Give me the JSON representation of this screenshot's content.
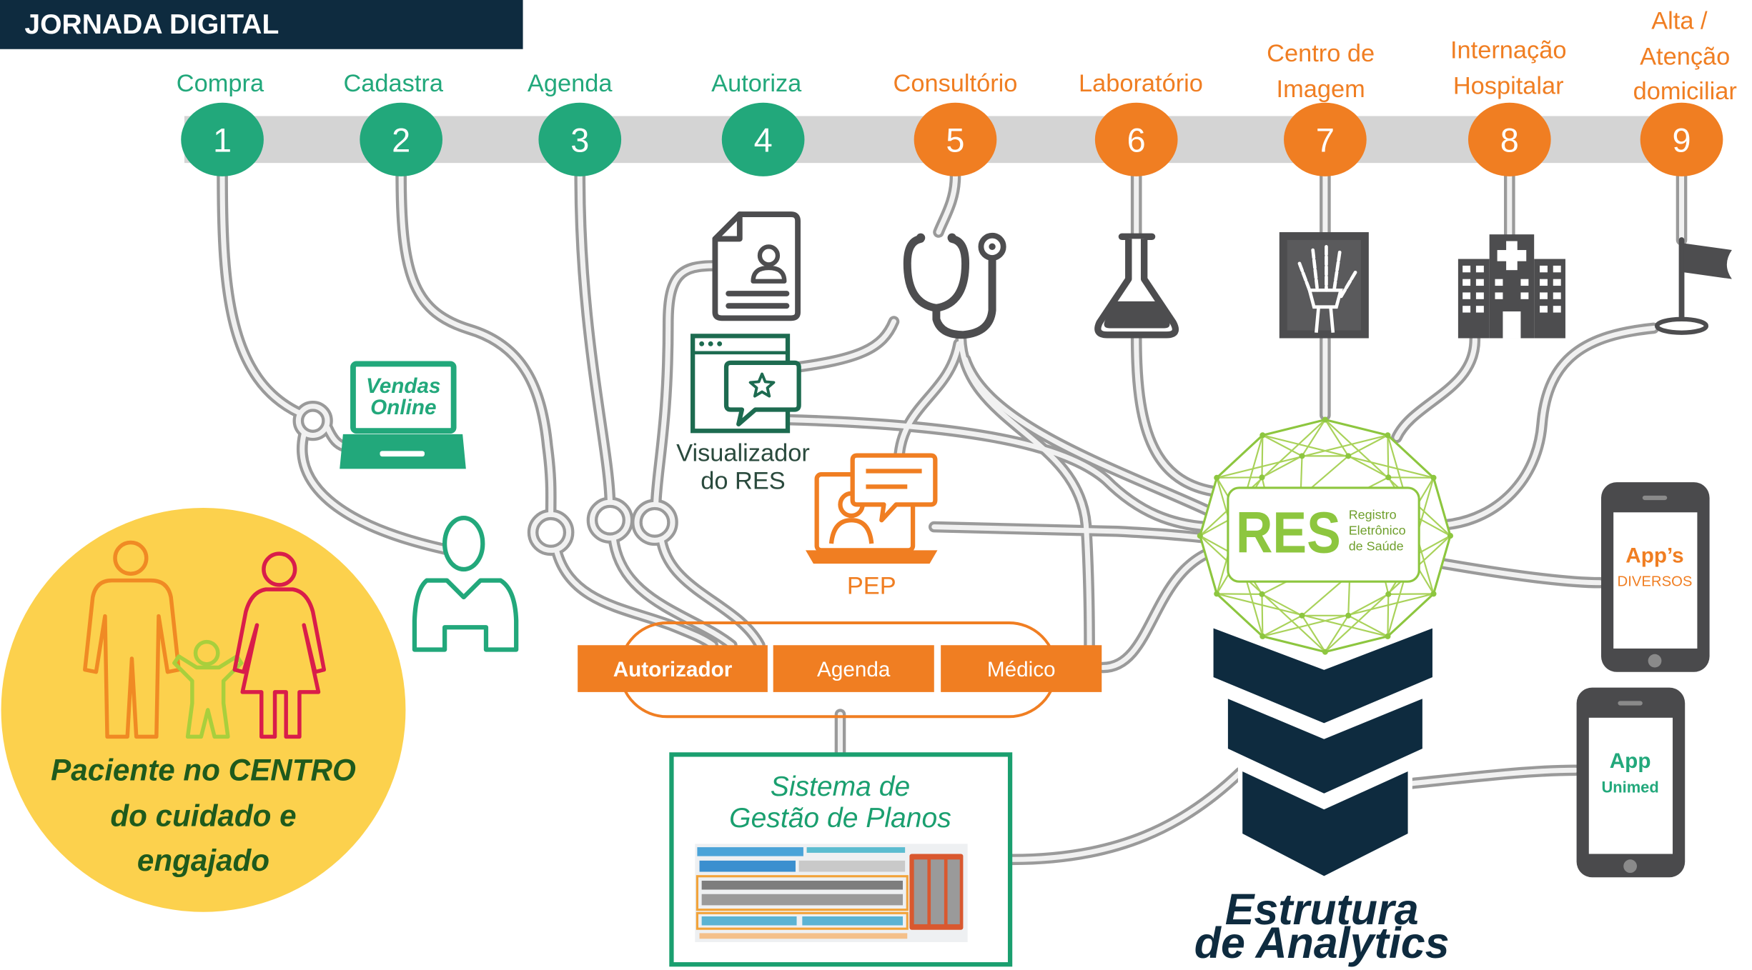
{
  "header": {
    "title": "JORNADA DIGITAL"
  },
  "steps": [
    {
      "number": "1",
      "label": [
        "Compra"
      ],
      "color": "#22a87b"
    },
    {
      "number": "2",
      "label": [
        "Cadastra"
      ],
      "color": "#22a87b"
    },
    {
      "number": "3",
      "label": [
        "Agenda"
      ],
      "color": "#22a87b"
    },
    {
      "number": "4",
      "label": [
        "Autoriza"
      ],
      "color": "#22a87b"
    },
    {
      "number": "5",
      "label": [
        "Consultório"
      ],
      "color": "#f07e22"
    },
    {
      "number": "6",
      "label": [
        "Laboratório"
      ],
      "color": "#f07e22"
    },
    {
      "number": "7",
      "label": [
        "Centro de",
        "Imagem"
      ],
      "color": "#f07e22"
    },
    {
      "number": "8",
      "label": [
        "Internação",
        "Hospitalar"
      ],
      "color": "#f07e22"
    },
    {
      "number": "9",
      "label": [
        "Alta /",
        "Atenção",
        "domiciliar"
      ],
      "color": "#f07e22"
    }
  ],
  "icons": {
    "step_4": "document-icon",
    "step_5": "stethoscope-icon",
    "step_6": "flask-icon",
    "step_7": "x-ray-icon",
    "step_8": "hospital-icon",
    "step_9": "flag-icon",
    "vendas_online": "laptop-icon",
    "cadastro": "person-icon",
    "visualizador": "browser-chat-icon",
    "pep": "video-consultation-icon",
    "paciente": "family-icon",
    "apps": "smartphone-icon"
  },
  "vendas_online": {
    "lines": [
      "Vendas",
      "Online"
    ]
  },
  "visualizador_res": {
    "lines": [
      "Visualizador",
      "do RES"
    ]
  },
  "pep": {
    "label": "PEP"
  },
  "res": {
    "acronym": "RES",
    "lines": [
      "Registro",
      "Eletrônico",
      "de Saúde"
    ]
  },
  "systems_bar": [
    {
      "label": "Autorizador"
    },
    {
      "label": "Agenda"
    },
    {
      "label": "Médico"
    }
  ],
  "gestao_planos": {
    "lines": [
      "Sistema de",
      "Gestão de Planos"
    ]
  },
  "paciente": {
    "lines": [
      "Paciente no CENTRO",
      "do cuidado e",
      "engajado"
    ]
  },
  "analytics": {
    "lines": [
      "Estrutura",
      "de Analytics"
    ]
  },
  "apps": [
    {
      "title": "App’s",
      "subtitle": "DIVERSOS"
    },
    {
      "title": "App",
      "subtitle": "Unimed"
    }
  ],
  "colors": {
    "navy": "#0e2b3f",
    "green": "#22a87b",
    "orange": "#f07e22",
    "lime": "#8dc63f",
    "yellow": "#fcd14d",
    "icon_gray": "#4d4d4f",
    "road_gray": "#9a9a9a",
    "paciente_text": "#1f5a1c"
  }
}
